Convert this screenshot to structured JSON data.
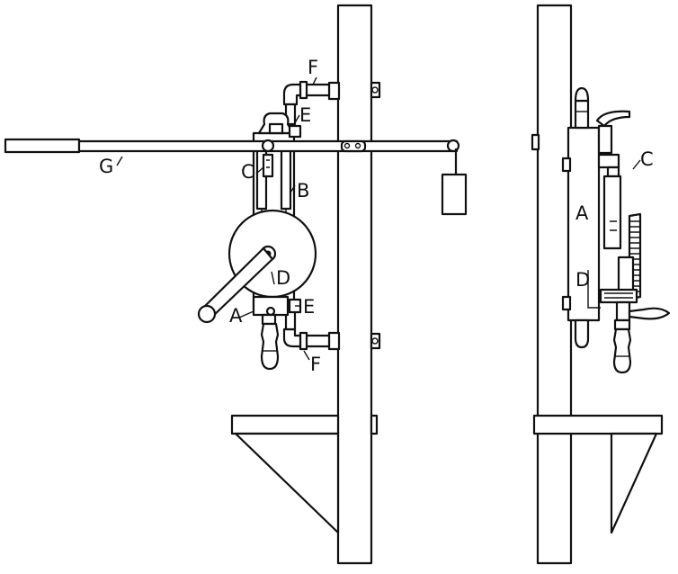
{
  "colors": {
    "ink": "#111111",
    "paper": "#ffffff"
  },
  "front_view": {
    "labels": {
      "F_top": "F",
      "E_top": "E",
      "G": "G",
      "C": "C",
      "B": "B",
      "D": "D",
      "A": "A",
      "E_bottom": "E",
      "F_bottom": "F"
    }
  },
  "side_view": {
    "labels": {
      "C": "C",
      "A": "A",
      "D": "D"
    }
  }
}
